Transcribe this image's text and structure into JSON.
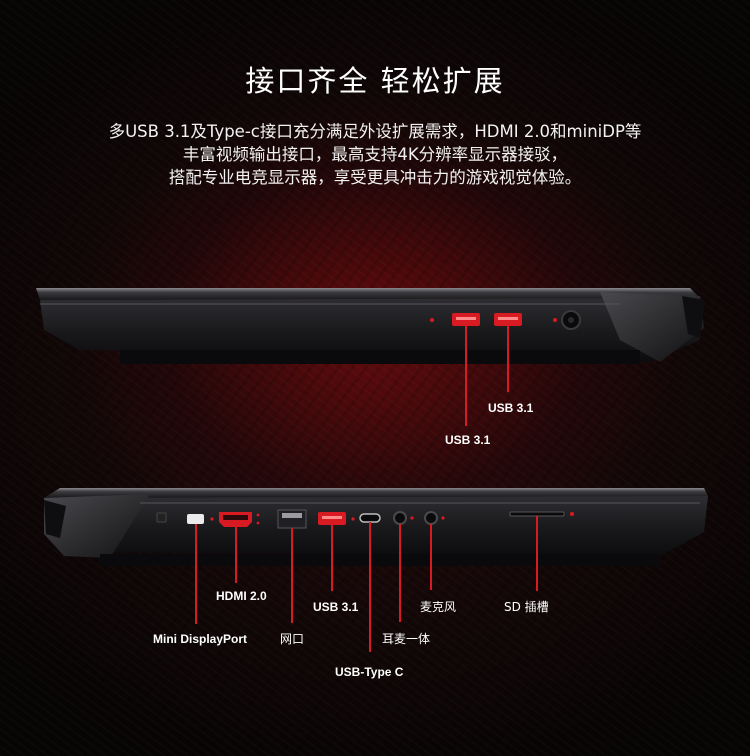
{
  "headline": "接口齐全 轻松扩展",
  "description": [
    "多USB 3.1及Type-c接口充分满足外设扩展需求，HDMI 2.0和miniDP等",
    "丰富视频输出接口，最高支持4K分辨率显示器接驳，",
    "搭配专业电竞显示器，享受更具冲击力的游戏视觉体验。"
  ],
  "right_side": {
    "ports": [
      "USB 3.1",
      "USB 3.1"
    ]
  },
  "left_side": {
    "ports": {
      "mini_displayport": "Mini DisplayPort",
      "hdmi": "HDMI 2.0",
      "ethernet": "网口",
      "usb": "USB 3.1",
      "usb_type_c": "USB-Type C",
      "headset": "耳麦一体",
      "mic": "麦克风",
      "sd": "SD 插槽"
    }
  },
  "colors": {
    "accent": "#d81a22",
    "chassis": "#1c1c1f",
    "background": "#120707"
  }
}
